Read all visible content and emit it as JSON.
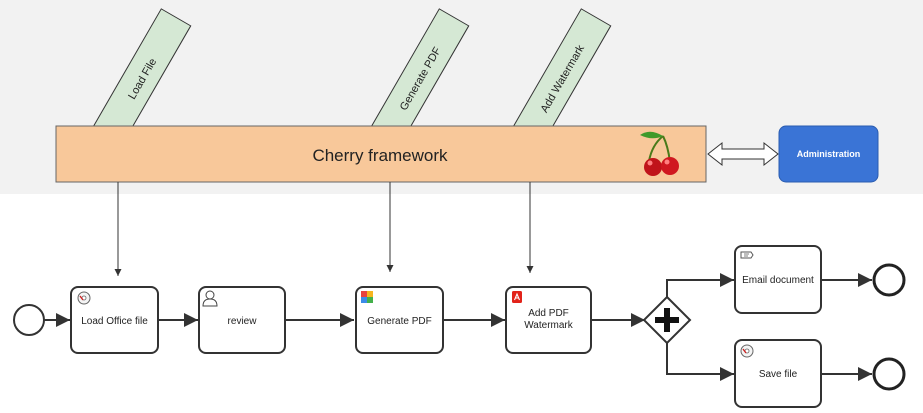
{
  "framework": {
    "label": "Cherry framework",
    "icon": "cherry-icon",
    "fill": "#f8c89a",
    "admin_label": "Administration",
    "admin_fill": "#3a74d6"
  },
  "plugins": [
    {
      "label": "Load File"
    },
    {
      "label": "Generate PDF"
    },
    {
      "label": "Add Watermark"
    }
  ],
  "tasks": [
    {
      "label": "Load Office file",
      "icon": "disc-icon"
    },
    {
      "label": "review",
      "icon": "user-icon"
    },
    {
      "label": "Generate PDF",
      "icon": "pdf-tool-icon"
    },
    {
      "label_line1": "Add PDF",
      "label_line2": "Watermark",
      "icon": "acrobat-icon"
    },
    {
      "label": "Email document",
      "icon": "send-hand-icon"
    },
    {
      "label": "Save file",
      "icon": "disc-icon"
    }
  ],
  "gateway": {
    "type": "parallel",
    "icon": "plus-icon"
  },
  "events": [
    {
      "type": "start"
    },
    {
      "type": "end"
    },
    {
      "type": "end"
    }
  ],
  "colors": {
    "plugin_fill": "#d5e8d4",
    "plugin_stroke": "#333333",
    "line": "#333333"
  }
}
